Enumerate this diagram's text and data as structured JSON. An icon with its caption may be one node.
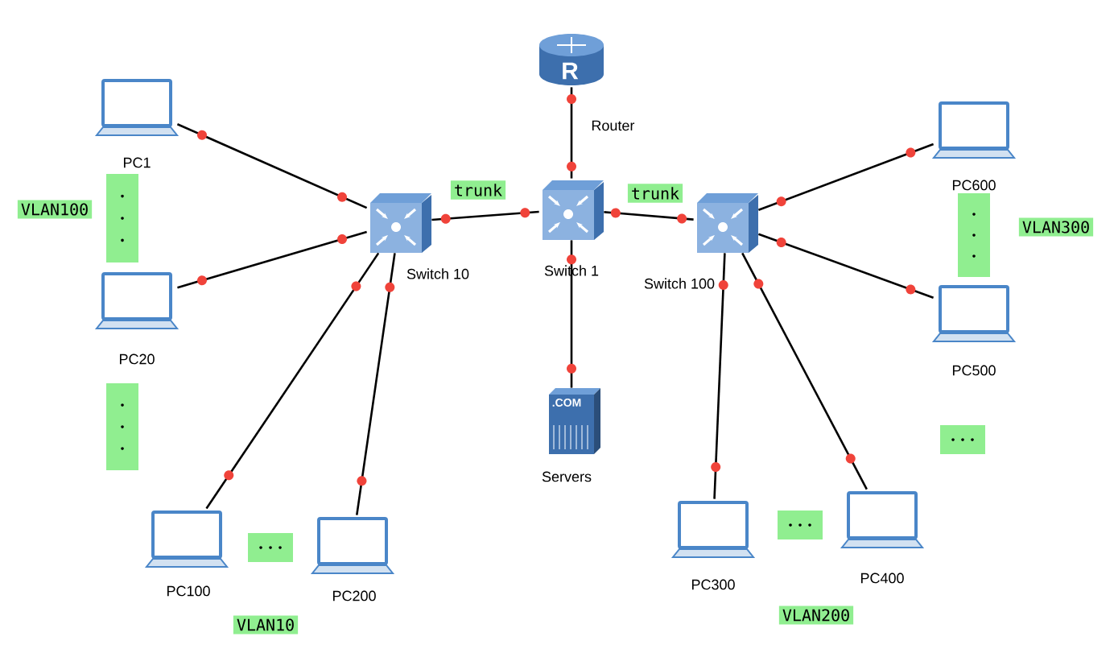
{
  "diagram": {
    "nodes": [
      {
        "text": [
          "Router"
        ]
      },
      {
        "text": [
          "Switch 1"
        ]
      },
      {
        "text": [
          "Switch 10"
        ]
      },
      {
        "text": [
          "Switch 100"
        ]
      },
      {
        "text": [
          "Servers"
        ]
      },
      {
        "text": [
          "PC1"
        ]
      },
      {
        "text": [
          "PC20"
        ]
      },
      {
        "text": [
          "PC100"
        ]
      },
      {
        "text": [
          "PC200"
        ]
      },
      {
        "text": [
          "PC300"
        ]
      },
      {
        "text": [
          "PC400"
        ]
      },
      {
        "text": [
          "PC600"
        ]
      },
      {
        "text": [
          "PC500"
        ]
      }
    ],
    "edges": [
      {
        "from": 0,
        "to": 1,
        "arrow": "none"
      },
      {
        "from": 2,
        "to": 1,
        "label": "trunk",
        "arrow": "none"
      },
      {
        "from": 1,
        "to": 3,
        "label": "trunk",
        "arrow": "none"
      },
      {
        "from": 1,
        "to": 4,
        "arrow": "none"
      },
      {
        "from": 5,
        "to": 2,
        "arrow": "none"
      },
      {
        "from": 6,
        "to": 2,
        "arrow": "none"
      },
      {
        "from": 7,
        "to": 2,
        "arrow": "none"
      },
      {
        "from": 8,
        "to": 2,
        "arrow": "none"
      },
      {
        "from": 3,
        "to": 11,
        "arrow": "none"
      },
      {
        "from": 3,
        "to": 12,
        "arrow": "none"
      },
      {
        "from": 3,
        "to": 9,
        "arrow": "none"
      },
      {
        "from": 3,
        "to": 10,
        "arrow": "none"
      }
    ],
    "labels": [
      "R",
      ".COM",
      "VLAN100",
      "VLAN300",
      "VLAN10",
      "VLAN200"
    ]
  }
}
